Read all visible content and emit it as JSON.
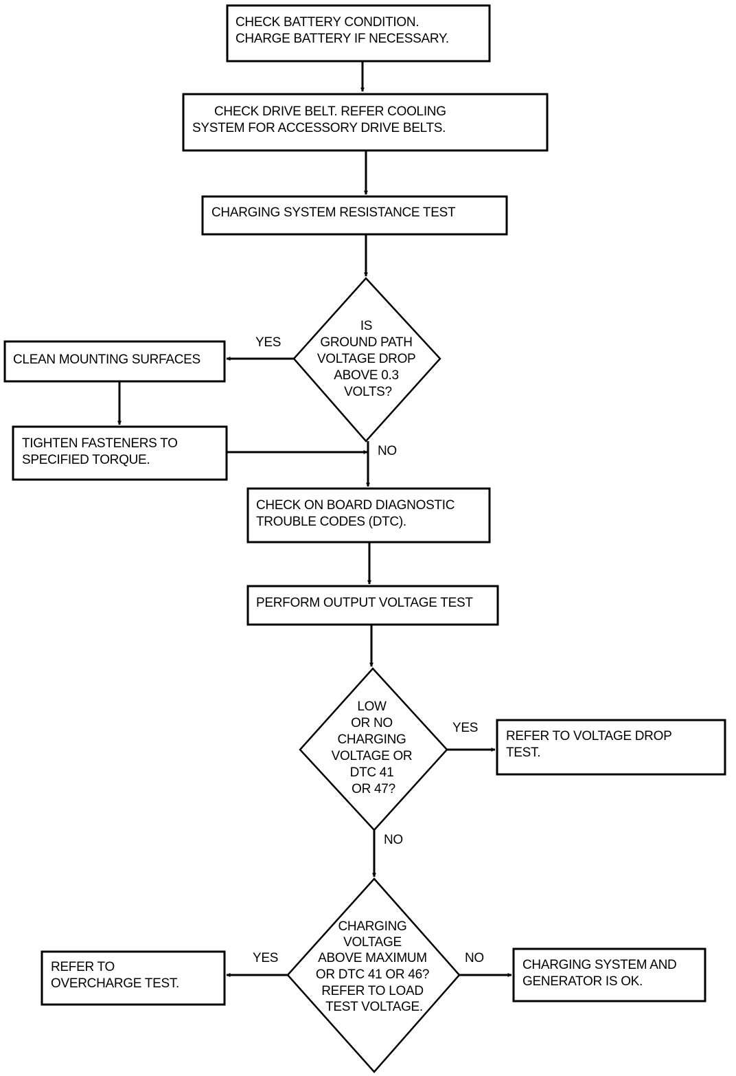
{
  "steps": {
    "check_battery": [
      "CHECK BATTERY CONDITION.",
      "CHARGE BATTERY IF NECESSARY."
    ],
    "check_drive_belt": [
      "CHECK DRIVE BELT. REFER COOLING",
      "SYSTEM FOR ACCESSORY DRIVE BELTS."
    ],
    "resistance_test": [
      "CHARGING SYSTEM RESISTANCE TEST"
    ],
    "clean_surfaces": [
      "CLEAN MOUNTING SURFACES"
    ],
    "tighten_fasteners": [
      "TIGHTEN FASTENERS TO",
      "SPECIFIED TORQUE."
    ],
    "check_dtc": [
      "CHECK ON BOARD DIAGNOSTIC",
      "TROUBLE CODES (DTC)."
    ],
    "output_voltage_test": [
      "PERFORM OUTPUT VOLTAGE TEST"
    ],
    "refer_voltage_drop": [
      "REFER TO VOLTAGE DROP",
      "TEST."
    ],
    "refer_overcharge": [
      "REFER TO",
      "OVERCHARGE TEST."
    ],
    "system_ok": [
      "CHARGING SYSTEM AND",
      "GENERATOR IS OK."
    ]
  },
  "decisions": {
    "ground_path": [
      "IS",
      "GROUND PATH",
      "VOLTAGE DROP",
      "ABOVE 0.3",
      "VOLTS?"
    ],
    "low_charging": [
      "LOW",
      "OR NO",
      "CHARGING",
      "VOLTAGE OR",
      "DTC  41",
      "OR 47?"
    ],
    "above_maximum": [
      "CHARGING",
      "VOLTAGE",
      "ABOVE MAXIMUM",
      "OR DTC 41 OR 46?",
      "REFER TO LOAD",
      "TEST VOLTAGE."
    ]
  },
  "branch_labels": {
    "ground_yes": "YES",
    "ground_no": "NO",
    "low_yes": "YES",
    "low_no": "NO",
    "max_yes": "YES",
    "max_no": "NO"
  }
}
